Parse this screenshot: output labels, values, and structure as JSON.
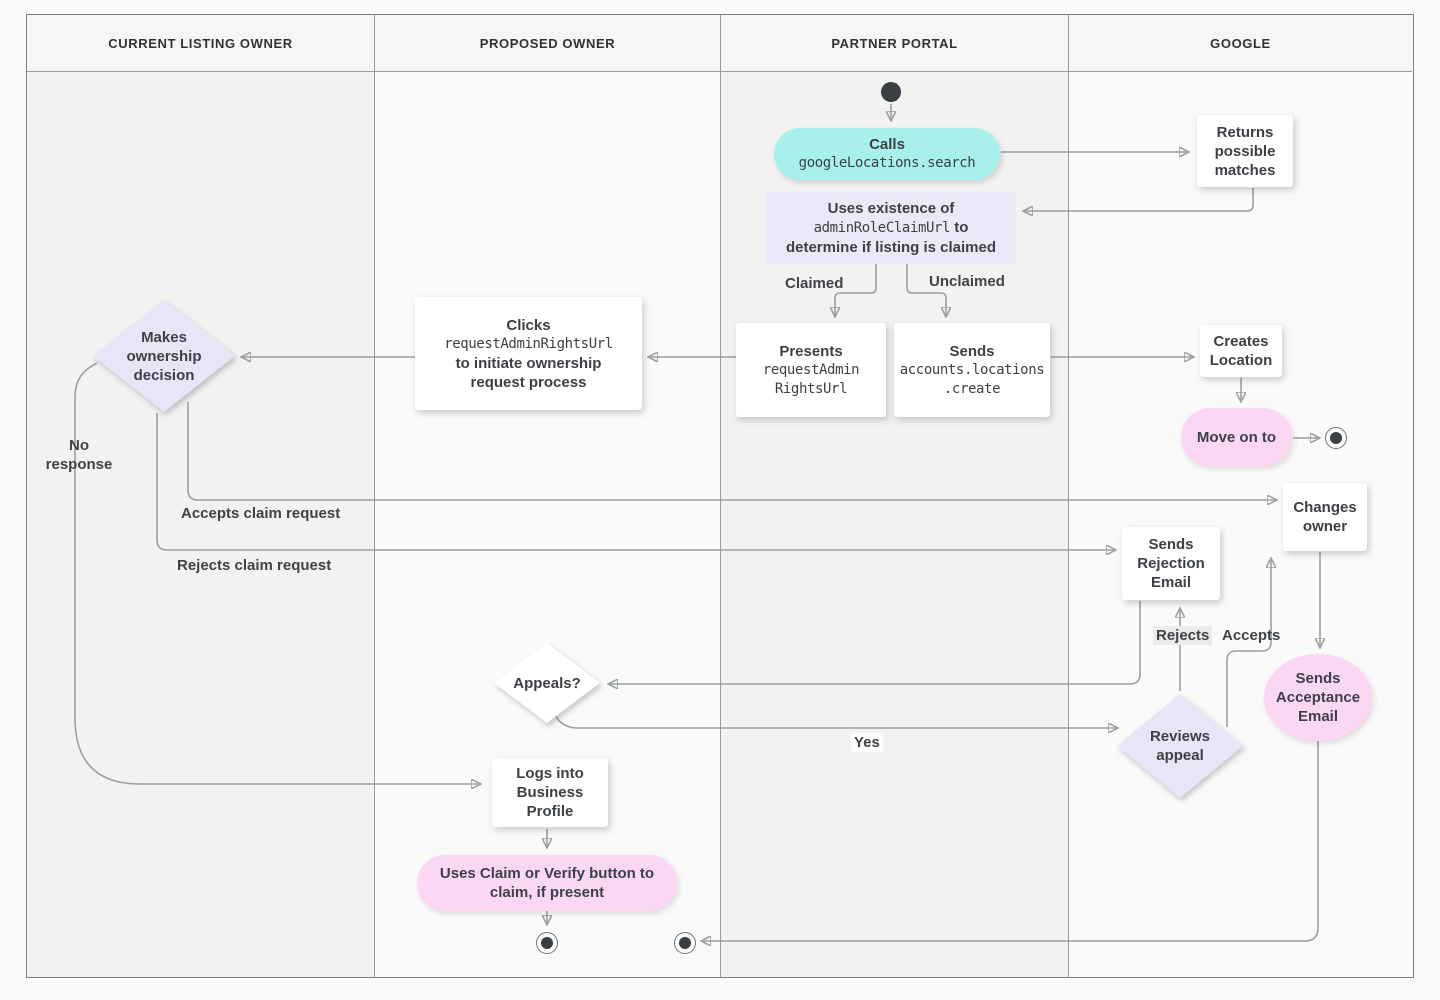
{
  "lanes": [
    {
      "label": "CURRENT LISTING OWNER"
    },
    {
      "label": "PROPOSED OWNER"
    },
    {
      "label": "PARTNER PORTAL"
    },
    {
      "label": "GOOGLE"
    }
  ],
  "nodes": {
    "calls": {
      "label": "Calls",
      "code": "googleLocations.search"
    },
    "returns_matches": {
      "label": "Returns possible matches"
    },
    "uses_existence": {
      "line1": "Uses existence of",
      "code": "adminRoleClaimUrl",
      "line2_rest": "to",
      "line3": "determine if listing is claimed"
    },
    "presents": {
      "label": "Presents",
      "code_line1": "requestAdmin",
      "code_line2": "RightsUrl"
    },
    "sends_create": {
      "label": "Sends",
      "code_line1": "accounts.locations",
      "code_line2": ".create"
    },
    "creates_location": {
      "label": "Creates Location"
    },
    "move_on": {
      "label": "Move on to"
    },
    "clicks": {
      "label": "Clicks",
      "code": "requestAdminRightsUrl",
      "line3": "to initiate ownership",
      "line4": "request process"
    },
    "makes_decision": {
      "label": "Makes ownership decision"
    },
    "sends_rejection": {
      "label": "Sends Rejection Email"
    },
    "changes_owner": {
      "label": "Changes owner"
    },
    "sends_acceptance": {
      "label": "Sends Acceptance Email"
    },
    "reviews_appeal": {
      "label": "Reviews appeal"
    },
    "appeals": {
      "label": "Appeals?"
    },
    "logs_in": {
      "label": "Logs into Business Profile"
    },
    "uses_claim_verify": {
      "label": "Uses Claim or Verify button to claim, if present"
    }
  },
  "edge_labels": {
    "claimed": "Claimed",
    "unclaimed": "Unclaimed",
    "no_response": "No response",
    "accepts_claim": "Accepts claim request",
    "rejects_claim": "Rejects claim request",
    "rejects": "Rejects",
    "accepts": "Accepts",
    "yes": "Yes"
  },
  "colors": {
    "teal_pill": "#a7f1ea",
    "lavender_diamond": "#e9e5f7",
    "lavender_note": "#ece8f8",
    "pink_pill": "#fbd7f4",
    "card": "#ffffff",
    "connector": "#9aa0a6",
    "arrowhead": "#6b7075",
    "text": "#3d4145",
    "lane_dark": "#f2f2f1",
    "lane_light": "#fafaf9"
  }
}
